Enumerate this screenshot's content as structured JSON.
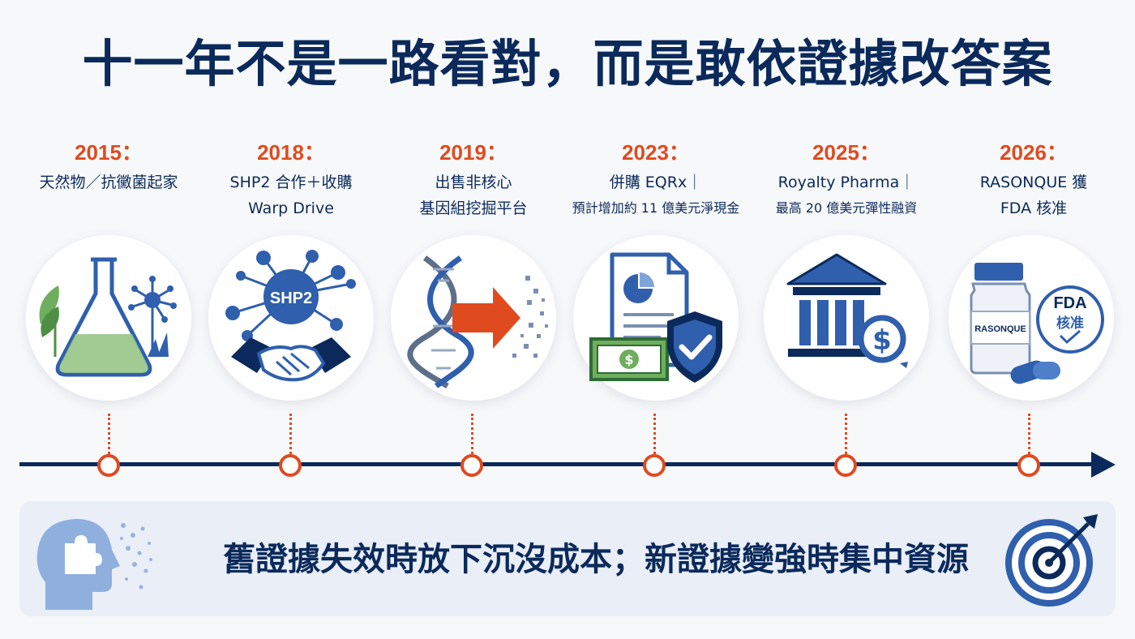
{
  "title": "十一年不是一路看對，而是敢依證據改答案",
  "timeline": [
    {
      "year": "2015：",
      "lines": [
        "天然物／抗黴菌起家"
      ],
      "icon": "flask-plant-icon"
    },
    {
      "year": "2018：",
      "lines": [
        "SHP2 合作＋收購",
        "Warp Drive"
      ],
      "icon": "network-handshake-icon",
      "badge": "SHP2"
    },
    {
      "year": "2019：",
      "lines": [
        "出售非核心",
        "基因組挖掘平台"
      ],
      "icon": "dna-arrow-icon"
    },
    {
      "year": "2023：",
      "lines": [
        "併購 EQRx｜",
        "預計增加約 11 億美元淨現金"
      ],
      "icon": "document-cash-shield-icon"
    },
    {
      "year": "2025：",
      "lines": [
        "Royalty Pharma｜",
        "最高 20 億美元彈性融資"
      ],
      "icon": "bank-dollar-icon"
    },
    {
      "year": "2026：",
      "lines": [
        "RASONQUE 獲",
        "FDA 核准"
      ],
      "icon": "pill-bottle-fda-icon",
      "bottle_label": "RASONQUE",
      "stamp_line1": "FDA",
      "stamp_line2": "核准"
    }
  ],
  "banner": {
    "text": "舊證據失效時放下沉沒成本；新證據變強時集中資源",
    "left_icon": "head-puzzle-icon",
    "right_icon": "target-arrow-icon"
  },
  "colors": {
    "navy": "#0b2a5b",
    "accent_orange": "#e04a1f",
    "blue": "#2f5fad",
    "green": "#6fae5c",
    "banner_bg": "#e9eef7"
  }
}
